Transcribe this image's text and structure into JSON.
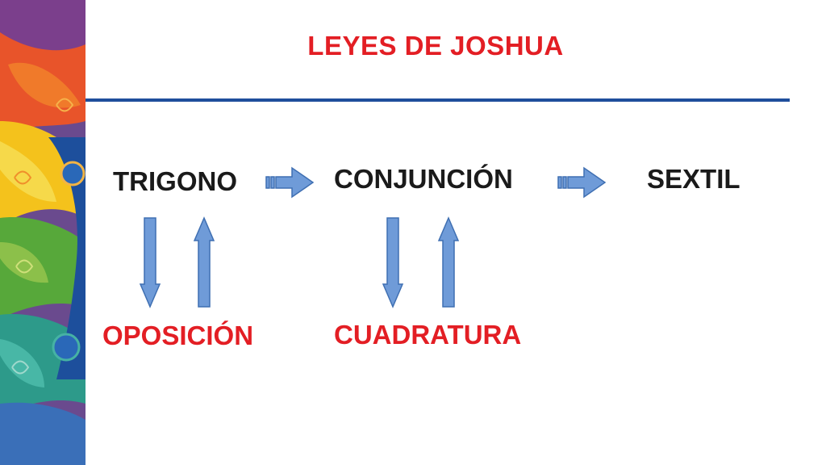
{
  "slide": {
    "title": "LEYES DE JOSHUA",
    "labels": {
      "trigono": "TRIGONO",
      "conjuncion": "CONJUNCIÓN",
      "sextil": "SEXTIL",
      "oposicion": "OPOSICIÓN",
      "cuadratura": "CUADRATURA"
    }
  },
  "colors": {
    "title": "#e31e24",
    "rule": "#1f4e9c",
    "arrow_fill": "#6f9bd8",
    "arrow_stroke": "#3f6fb2"
  }
}
